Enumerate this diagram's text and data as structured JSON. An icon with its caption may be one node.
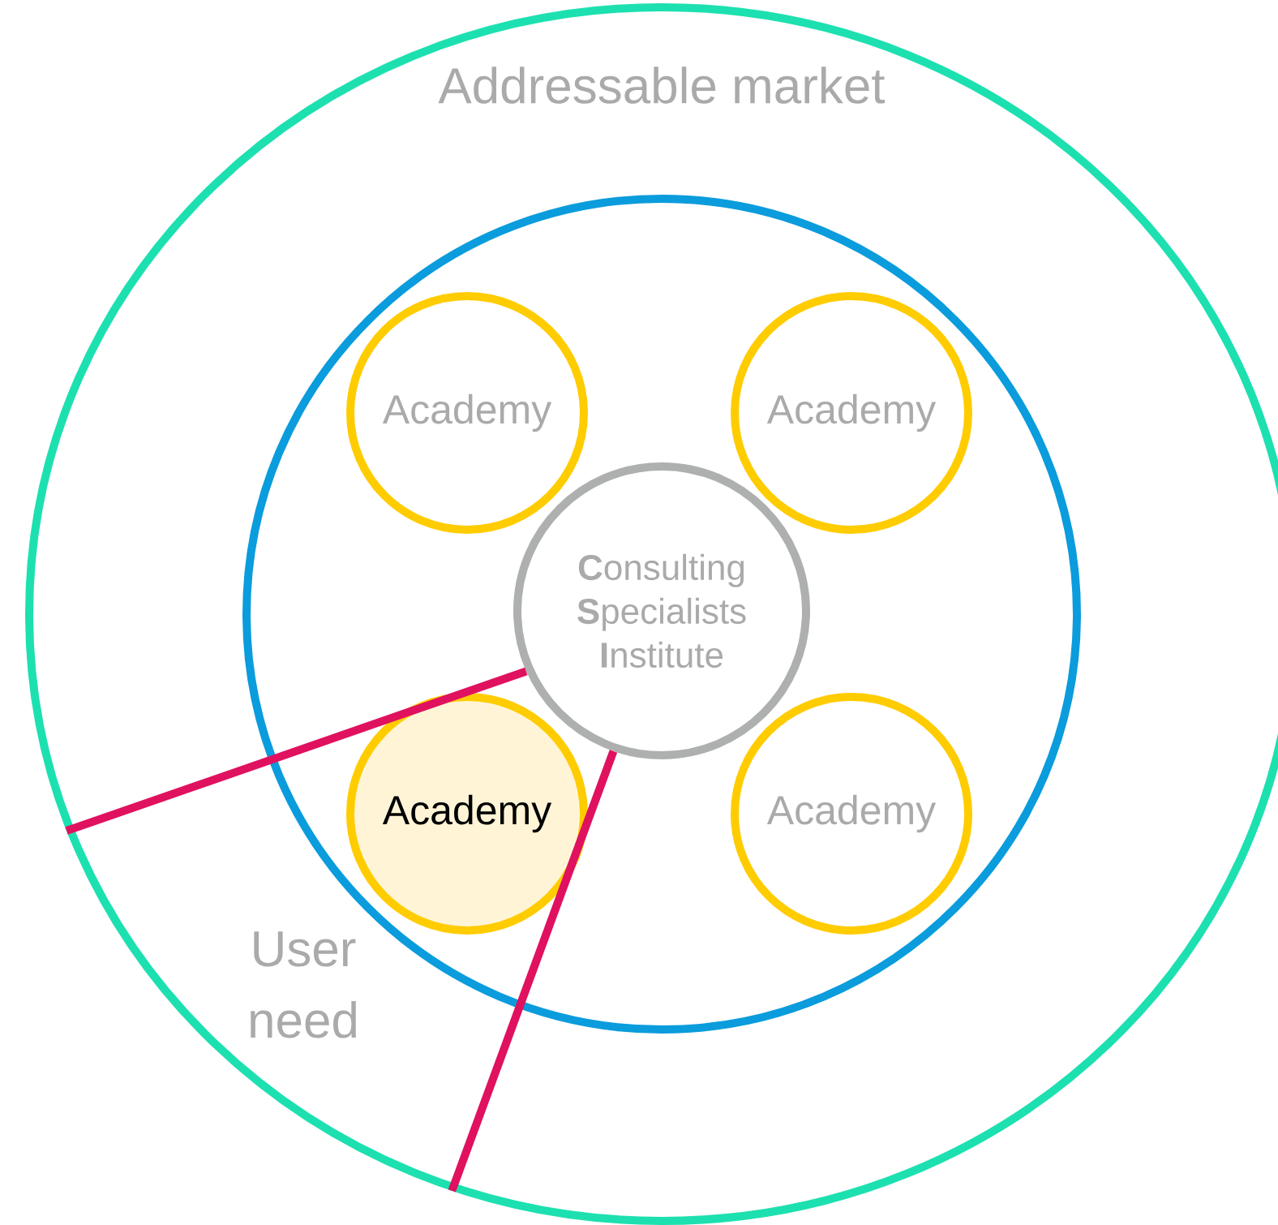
{
  "diagram": {
    "nodes": [
      {
        "text": [
          "Addressable market"
        ]
      },
      {
        "text": [],
        "shape": "circle",
        "in": 0
      },
      {
        "text": [
          "Academy"
        ],
        "in": 1
      },
      {
        "text": [
          "Academy"
        ],
        "in": 1
      },
      {
        "text": [
          "**C**onsulting **S**pecialists **I**nstitute"
        ],
        "in": 1
      },
      {
        "text": [
          "Academy"
        ],
        "in": 1
      },
      {
        "text": [
          "Academy"
        ],
        "in": 1
      }
    ],
    "edges": [
      {
        "from": 4,
        "to": 0,
        "arrow": "none"
      },
      {
        "from": 4,
        "to": 0,
        "arrow": "none"
      }
    ],
    "labels": [
      "User need"
    ]
  }
}
